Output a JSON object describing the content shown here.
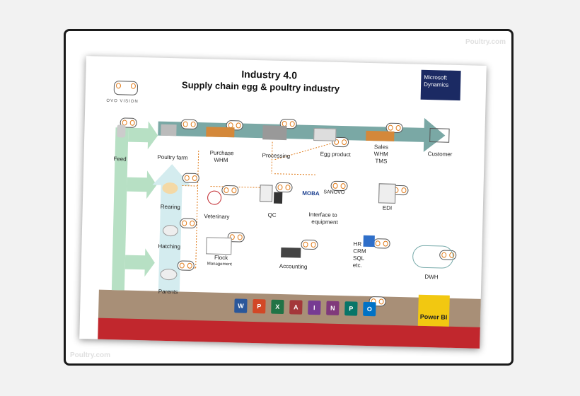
{
  "watermarks": {
    "top_right": "Poultry.com",
    "bottom_left": "Poultry.com"
  },
  "slide": {
    "title_line1": "Industry 4.0",
    "title_line2": "Supply chain egg & poultry industry",
    "logo_text": "OVO VISION",
    "ms_box": "Microsoft Dynamics",
    "power_bi": "Power BI"
  },
  "labels": {
    "feed": "Feed",
    "poultry_farm": "Poultry farm",
    "purchase": "Purchase",
    "whm": "WHM",
    "processing": "Processing",
    "egg_product": "Egg product",
    "sales": "Sales",
    "sales_whm": "WHM",
    "tms": "TMS",
    "customer": "Customer",
    "rearing": "Rearing",
    "veterinary": "Veterinary",
    "qc": "QC",
    "moba": "MOBA",
    "sanovo": "SANOVO",
    "interface1": "Interface to",
    "interface2": "equipment",
    "edi": "EDI",
    "hatching": "Hatching",
    "flock": "Flock",
    "management": "Management",
    "accounting": "Accounting",
    "hr": "HR",
    "crm": "CRM",
    "sql": "SQL",
    "etc": "etc.",
    "dwh": "DWH",
    "parents": "Parents"
  },
  "colors": {
    "arrow_green": "#b7e0c4",
    "arrow_teal": "#7aa8a5",
    "red": "#c1272d",
    "brown": "#a88f77",
    "pbi_yellow": "#f2c811",
    "ovo_orange": "#e07b1a"
  },
  "app_icons": [
    {
      "letter": "W",
      "color": "#2b579a",
      "name": "word-icon"
    },
    {
      "letter": "P",
      "color": "#d24726",
      "name": "powerpoint-icon"
    },
    {
      "letter": "X",
      "color": "#217346",
      "name": "excel-icon"
    },
    {
      "letter": "A",
      "color": "#a4373a",
      "name": "access-icon"
    },
    {
      "letter": "I",
      "color": "#773b93",
      "name": "infopath-icon"
    },
    {
      "letter": "N",
      "color": "#80397b",
      "name": "onenote-icon"
    },
    {
      "letter": "P",
      "color": "#077568",
      "name": "publisher-icon"
    },
    {
      "letter": "O",
      "color": "#0072c6",
      "name": "outlook-icon"
    }
  ]
}
